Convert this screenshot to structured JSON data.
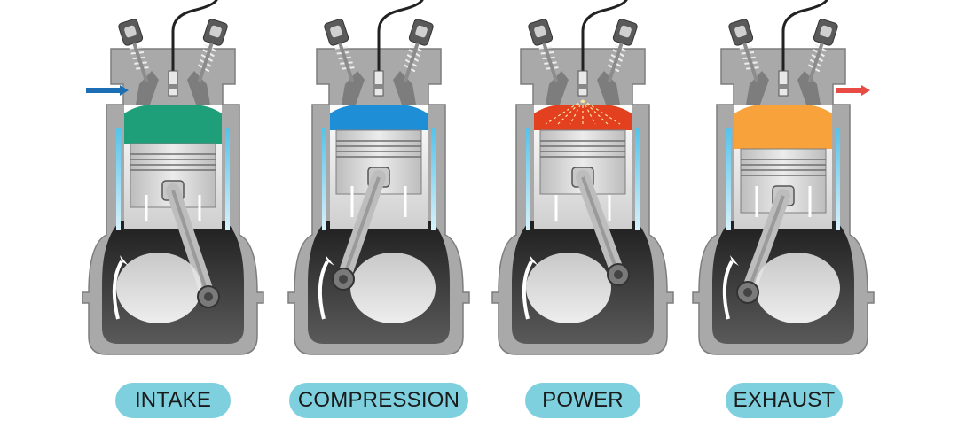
{
  "strokes": [
    {
      "label": "INTAKE",
      "charge_color": "#1f9e7a",
      "intake_arrow": true,
      "exhaust_arrow": false,
      "spark": false
    },
    {
      "label": "COMPRESSION",
      "charge_color": "#1e8fd6",
      "intake_arrow": false,
      "exhaust_arrow": false,
      "spark": false
    },
    {
      "label": "POWER",
      "charge_color": "#e2401f",
      "intake_arrow": false,
      "exhaust_arrow": false,
      "spark": true
    },
    {
      "label": "EXHAUST",
      "charge_color": "#f7a23a",
      "intake_arrow": false,
      "exhaust_arrow": true,
      "spark": false
    }
  ],
  "colors": {
    "block": "#a9a9a9",
    "block_dark": "#7d7d7d",
    "chamber": "#3a3a3a",
    "piston": "#d3d3d3",
    "coolant": "#54c3ea",
    "pill": "#7fd0df",
    "intake_arrow": "#1d6fb5",
    "exhaust_arrow": "#e84b43"
  }
}
